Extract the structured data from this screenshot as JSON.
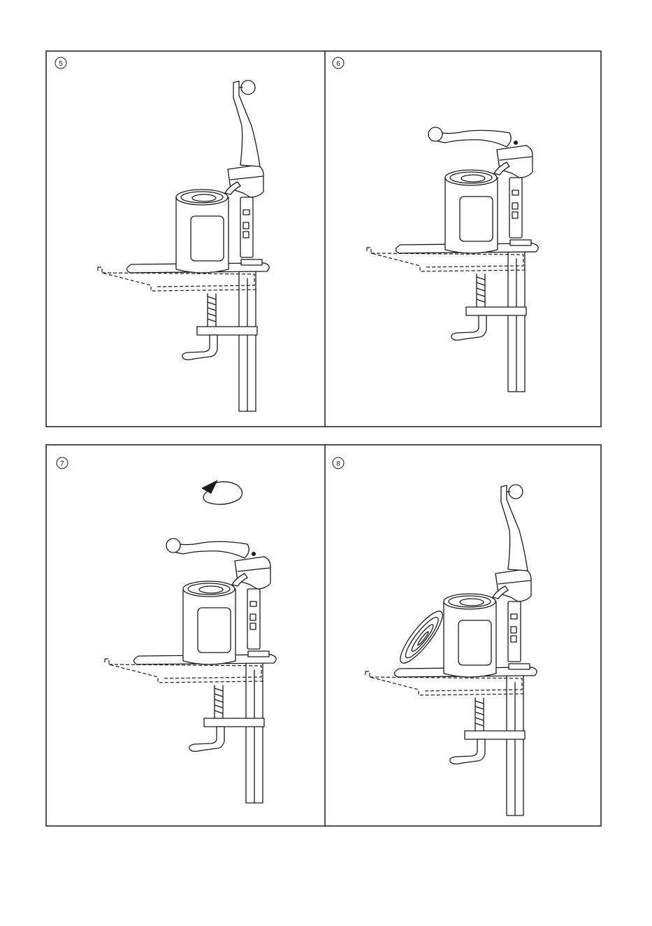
{
  "panels": [
    {
      "number": "5",
      "step": "clamp-and-position-can"
    },
    {
      "number": "6",
      "step": "lower-handle"
    },
    {
      "number": "7",
      "step": "turn-handle"
    },
    {
      "number": "8",
      "step": "lid-removed"
    }
  ],
  "colors": {
    "line": "#1a1a1a",
    "background": "#ffffff"
  },
  "icons": [
    "rotation-arrow-icon"
  ]
}
